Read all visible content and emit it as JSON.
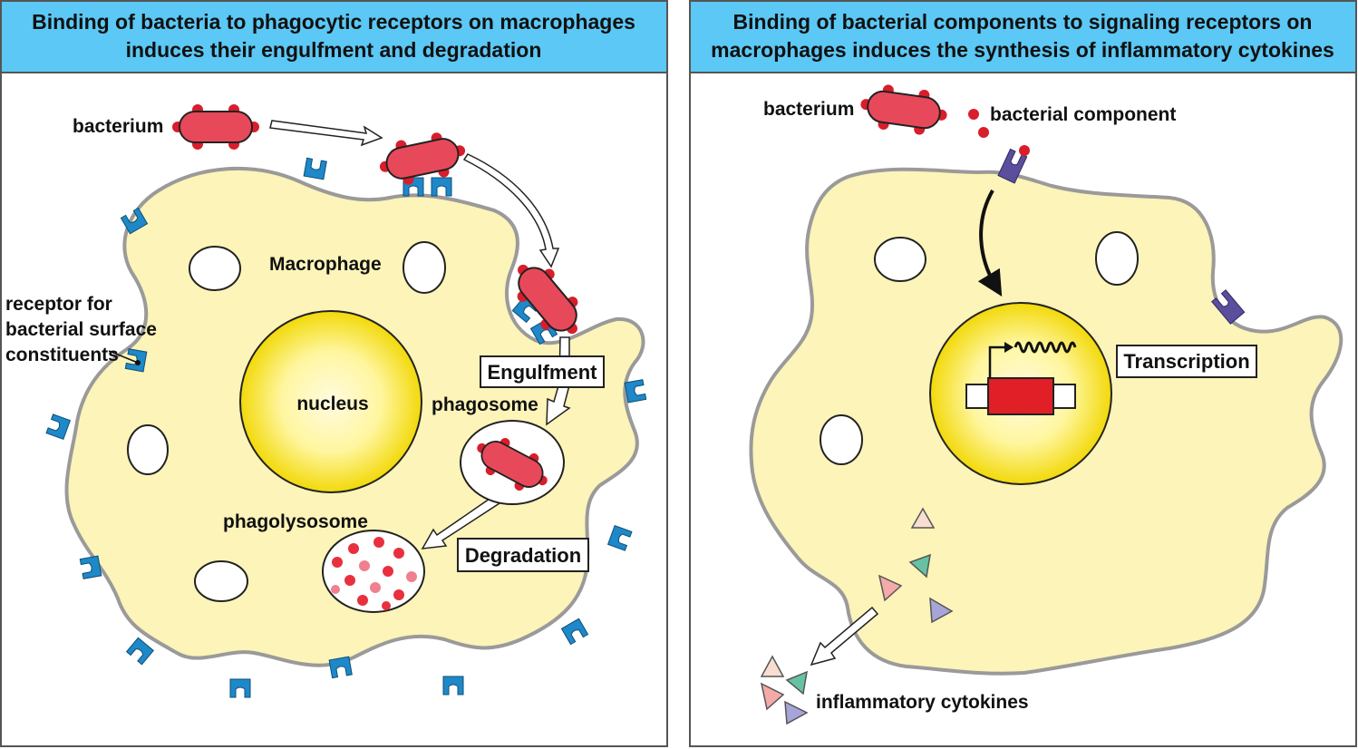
{
  "left_panel": {
    "title_line1": "Binding of bacteria to phagocytic receptors on macrophages",
    "title_line2": "induces  their engulfment and degradation",
    "labels": {
      "bacterium": "bacterium",
      "macrophage": "Macrophage",
      "receptor_line1": "receptor for",
      "receptor_line2": "bacterial surface",
      "receptor_line3": "constituents",
      "nucleus": "nucleus",
      "phagosome": "phagosome",
      "phagolysosome": "phagolysosome",
      "engulfment": "Engulfment",
      "degradation": "Degradation"
    }
  },
  "right_panel": {
    "title_line1": "Binding of bacterial components to signaling receptors on",
    "title_line2": "macrophages induces the synthesis of inflammatory cytokines",
    "labels": {
      "bacterium": "bacterium",
      "bacterial_component": "bacterial component",
      "transcription": "Transcription",
      "cytokines": "inflammatory cytokines"
    }
  },
  "colors": {
    "header_bg": "#5bc8f5",
    "cell_fill": "#fcf4b8",
    "cell_stroke": "#9a9a9a",
    "bacterium": "#e8495a",
    "bacterium_dots": "#d81e2b",
    "receptor_phagocytic": "#1e88c8",
    "receptor_signaling": "#5b4e9c",
    "nucleus_core": "#fff7b0",
    "nucleus_rim": "#f0dc10",
    "gene": "#e01f26"
  },
  "icons": [
    "bacterium-icon",
    "phagocytic-receptor-icon",
    "signaling-receptor-icon",
    "cytokine-triangle-icon",
    "gene-icon"
  ]
}
